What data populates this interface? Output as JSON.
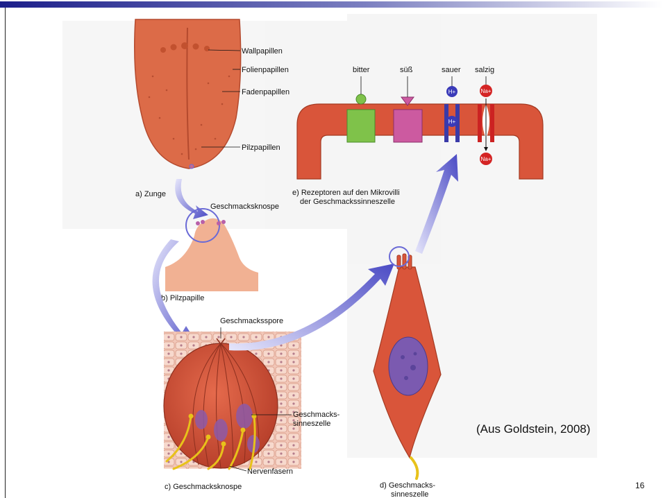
{
  "slide": {
    "citation": "(Aus Goldstein, 2008)",
    "page_number": "16",
    "colors": {
      "bar_start": "#1c1f8a",
      "bar_end": "#ffffff",
      "tissue": "#d9553a",
      "arrow": "#6a6ad6"
    }
  },
  "diagram": {
    "tongue_labels": {
      "wallpapillen": "Wallpapillen",
      "folienpapillen": "Folienpapillen",
      "fadenpapillen": "Fadenpapillen",
      "pilzpapillen": "Pilzpapillen"
    },
    "panel_a": "a) Zunge",
    "panel_b": "b) Pilzpapille",
    "geschmacksknospe": "Geschmacksknospe",
    "geschmacksspore": "Geschmacksspore",
    "panel_c": "c) Geschmacksknospe",
    "geschmackssinneszelle_1": "Geschmacks-",
    "geschmackssinneszelle_2": "sinneszelle",
    "nervenfasern": "Nervenfasern",
    "panel_d_1": "d) Geschmacks-",
    "panel_d_2": "sinneszelle",
    "panel_e_1": "e) Rezeptoren auf den Mikrovilli",
    "panel_e_2": "der Geschmackssinneszelle",
    "receptors": {
      "bitter": "bitter",
      "suess": "süß",
      "sauer": "sauer",
      "salzig": "salzig"
    },
    "ions": {
      "h_plus": "H+",
      "na_plus": "Na+"
    }
  }
}
